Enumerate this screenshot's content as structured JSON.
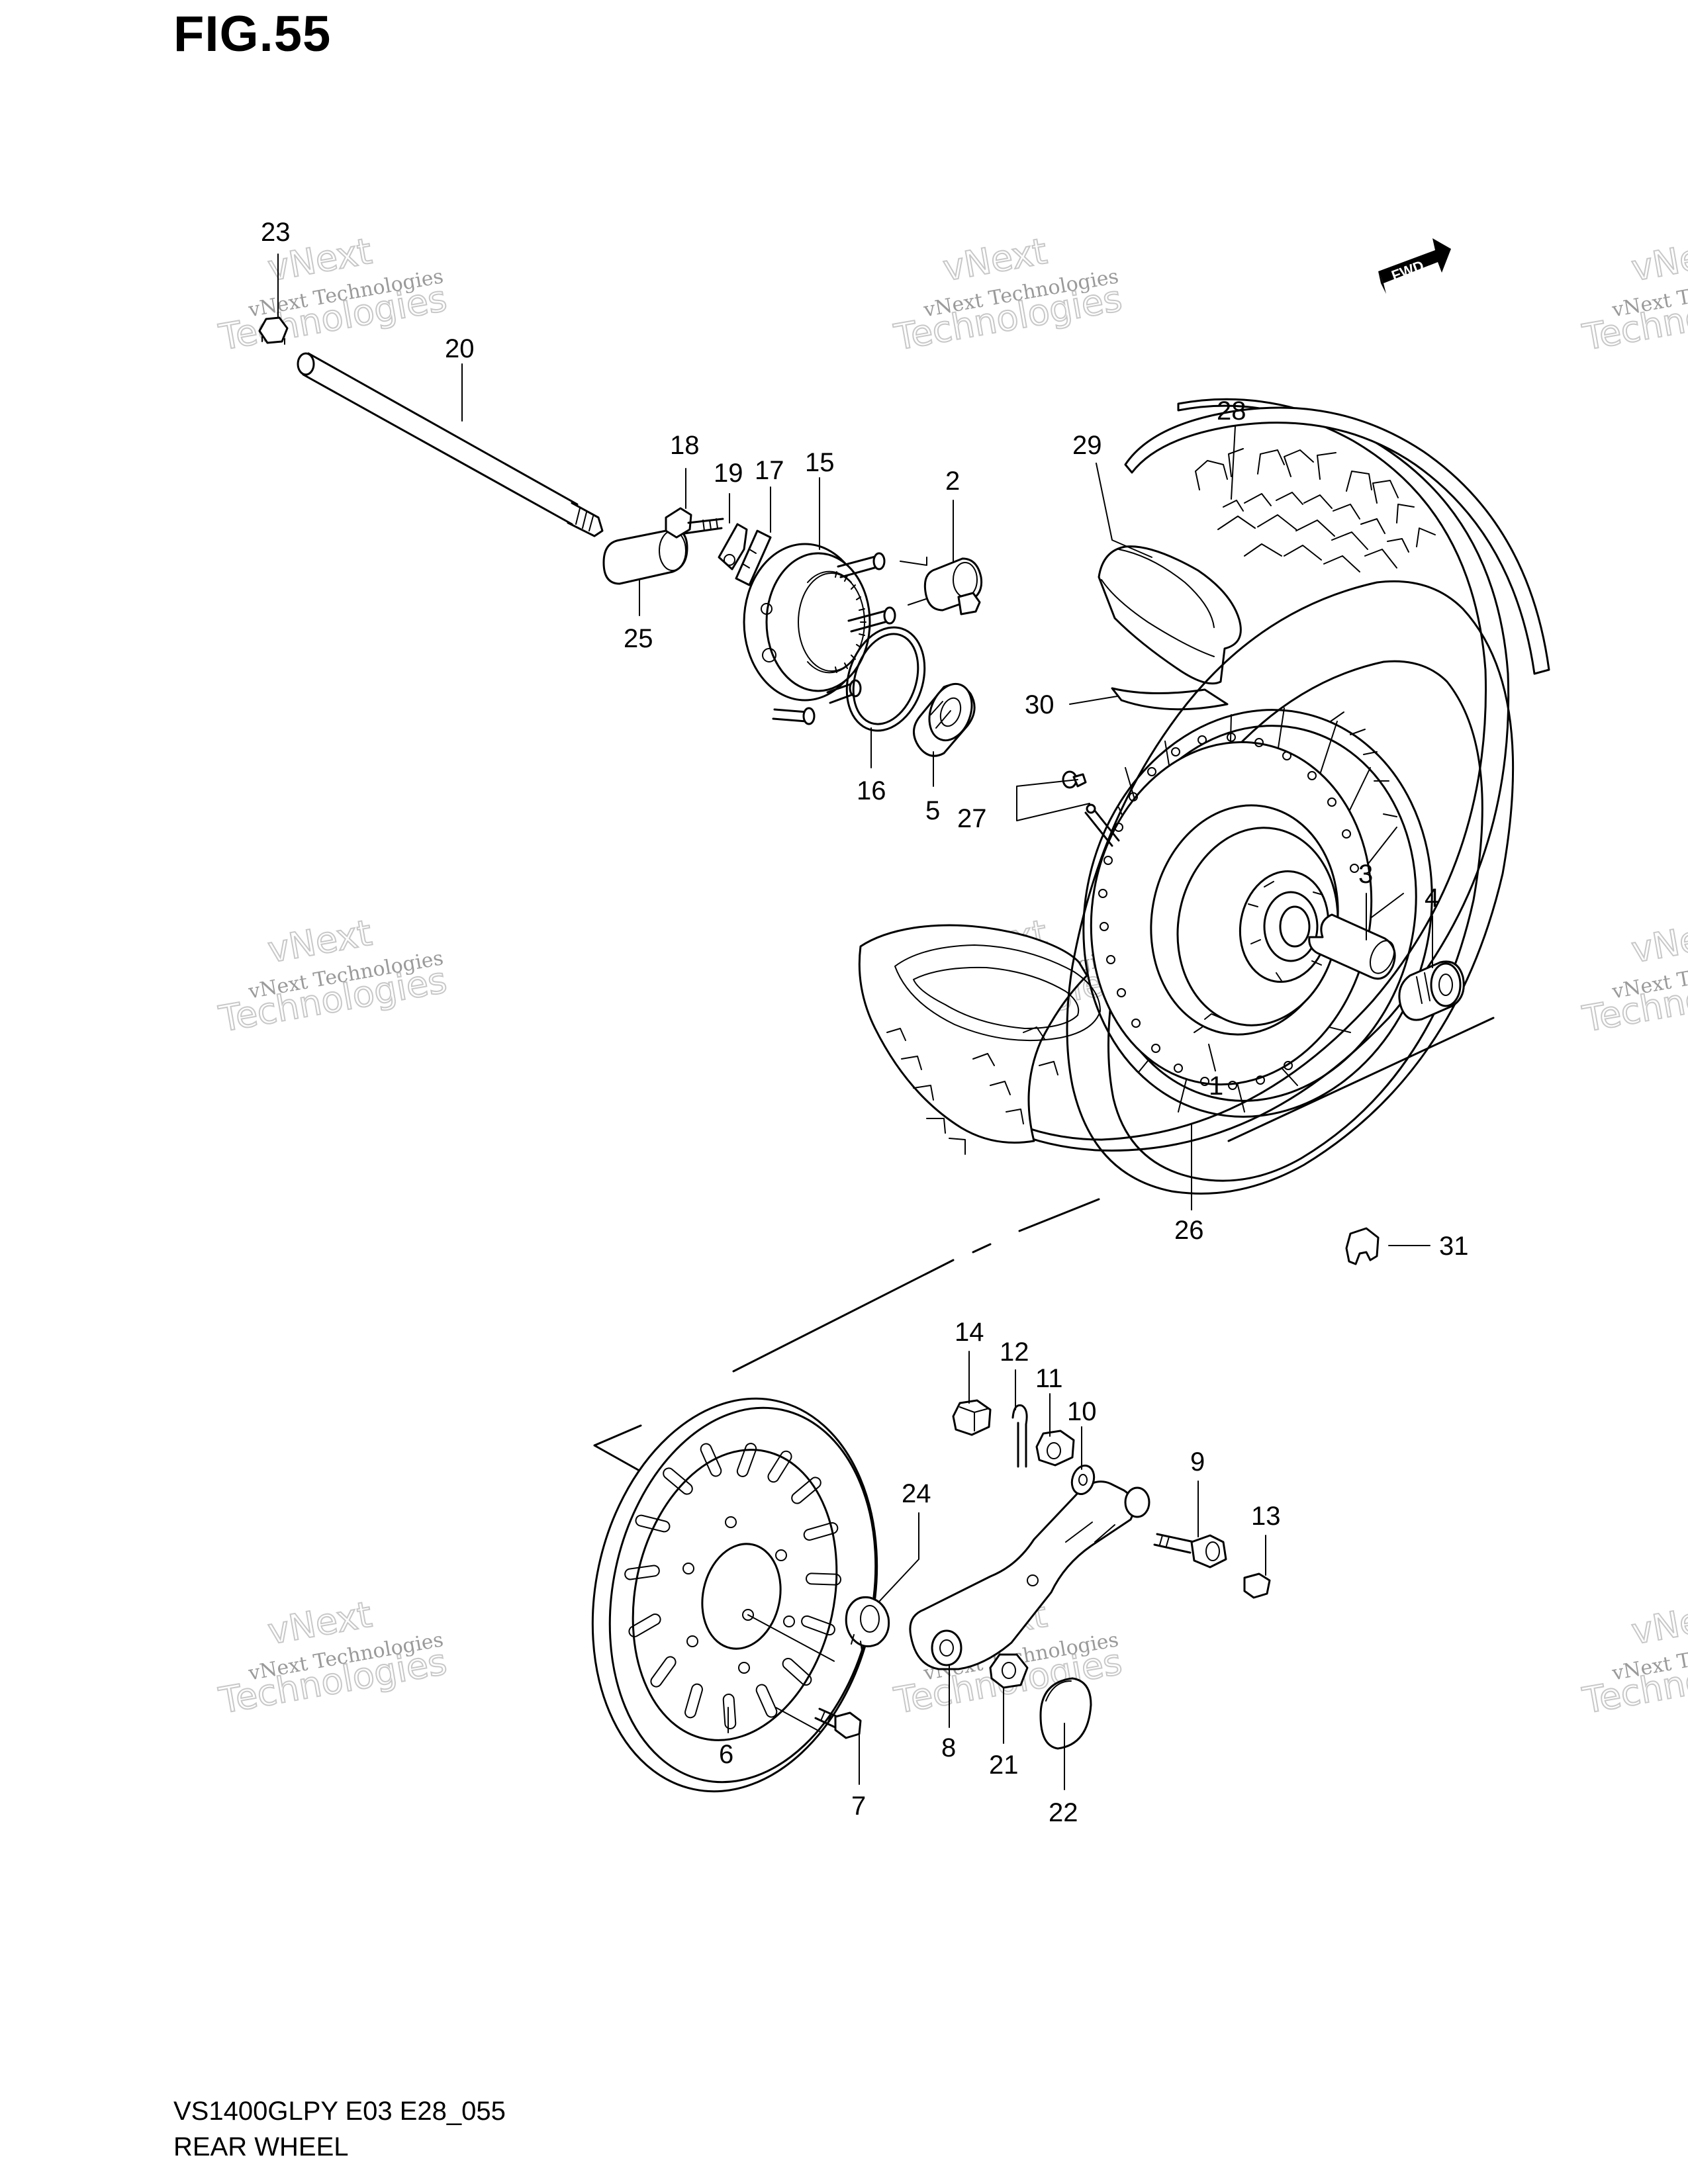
{
  "figure": {
    "title": "FIG.55",
    "model_code": "VS1400GLPY E03 E28_055",
    "section_name": "REAR WHEEL"
  },
  "direction_marker": {
    "label": "FWD"
  },
  "watermark": {
    "line1": "vNext Technologies",
    "line2": "vNext",
    "line3": "Technologies"
  },
  "callouts": [
    {
      "n": "23"
    },
    {
      "n": "20"
    },
    {
      "n": "18"
    },
    {
      "n": "19"
    },
    {
      "n": "17"
    },
    {
      "n": "15"
    },
    {
      "n": "2"
    },
    {
      "n": "25"
    },
    {
      "n": "16"
    },
    {
      "n": "5"
    },
    {
      "n": "29"
    },
    {
      "n": "28"
    },
    {
      "n": "30"
    },
    {
      "n": "27"
    },
    {
      "n": "3"
    },
    {
      "n": "4"
    },
    {
      "n": "1"
    },
    {
      "n": "26"
    },
    {
      "n": "31"
    },
    {
      "n": "14"
    },
    {
      "n": "12"
    },
    {
      "n": "11"
    },
    {
      "n": "10"
    },
    {
      "n": "9"
    },
    {
      "n": "13"
    },
    {
      "n": "24"
    },
    {
      "n": "6"
    },
    {
      "n": "7"
    },
    {
      "n": "8"
    },
    {
      "n": "21"
    },
    {
      "n": "22"
    }
  ]
}
